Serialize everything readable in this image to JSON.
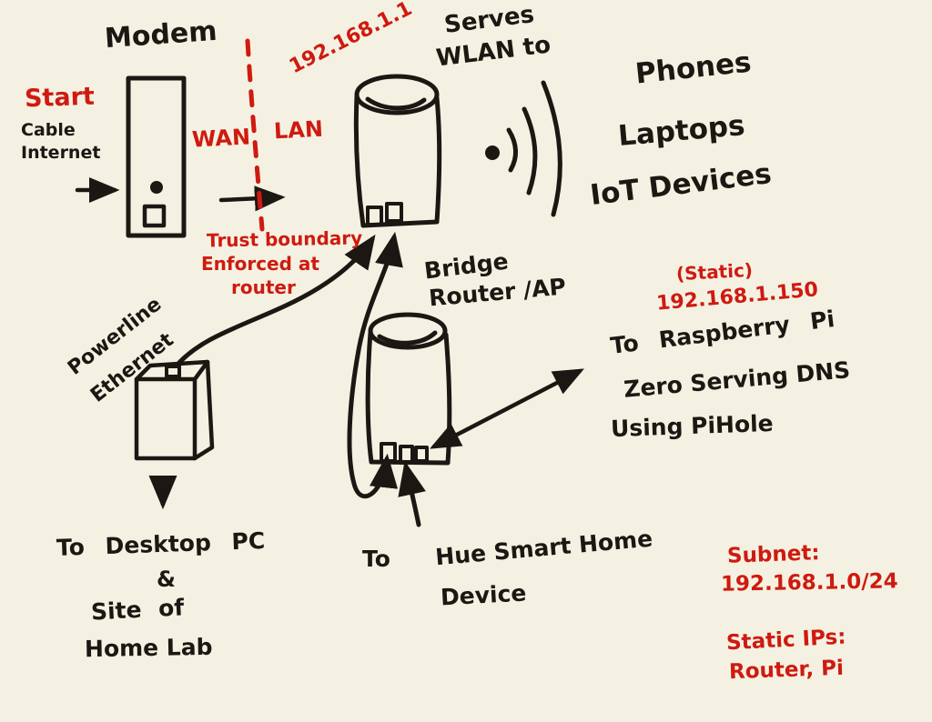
{
  "colors": {
    "background": "#f4f1e2",
    "ink_black": "#1b1814",
    "annotation_red": "#cf1a10"
  },
  "modem": {
    "title": "Modem",
    "start": "Start",
    "source_line1": "Cable",
    "source_line2": "Internet"
  },
  "boundary": {
    "wan": "WAN",
    "lan": "LAN",
    "router_ip": "192.168.1.1",
    "note_line1": "Trust boundary",
    "note_line2": "Enforced at",
    "note_line3": "router"
  },
  "router": {
    "serves_line1": "Serves",
    "serves_line2": "WLAN to",
    "clients": [
      "Phones",
      "Laptops",
      "IoT Devices"
    ]
  },
  "bridge": {
    "label_line1": "Bridge",
    "label_line2": "Router /AP",
    "hue_to": "To",
    "hue_line1": "Hue Smart Home",
    "hue_line2": "Device"
  },
  "powerline": {
    "label_line1": "Powerline",
    "label_line2": "Ethernet",
    "dest_line1": "To Desktop PC",
    "dest_line2": "&",
    "dest_line3": "Site of",
    "dest_line4": "Home Lab"
  },
  "pi": {
    "static_tag": "(Static)",
    "ip": "192.168.1.150",
    "line1": "To Raspberry Pi",
    "line2": "Zero Serving DNS",
    "line3": "Using PiHole"
  },
  "notes": {
    "subnet_label": "Subnet:",
    "subnet_value": "192.168.1.0/24",
    "static_label": "Static IPs:",
    "static_value": "Router, Pi"
  }
}
